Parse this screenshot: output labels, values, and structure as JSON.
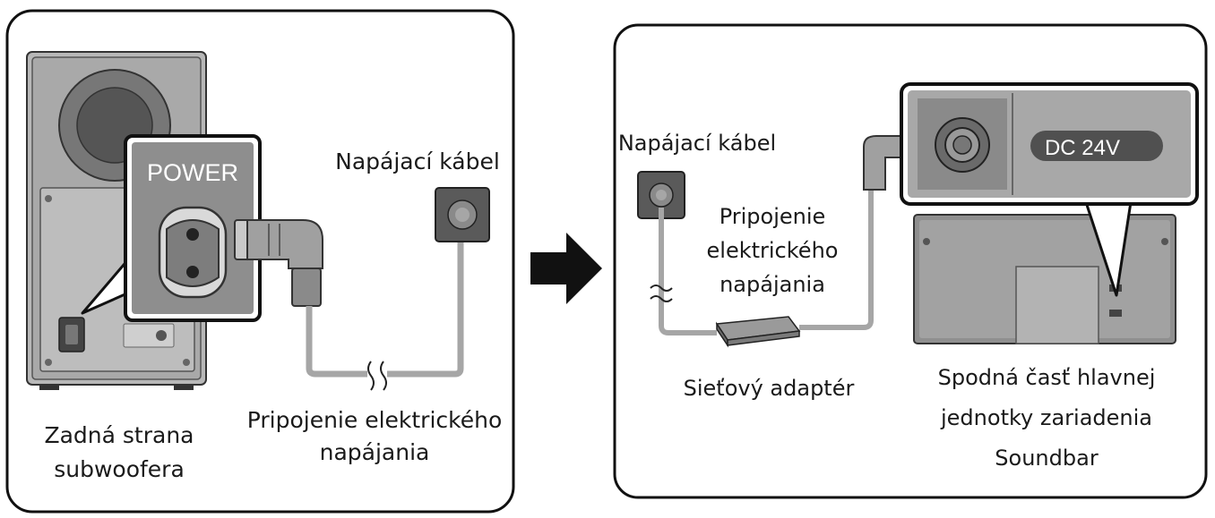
{
  "left_panel": {
    "power_label": "POWER",
    "cable_label": "Napájací kábel",
    "connection_label_line1": "Pripojenie elektrického",
    "connection_label_line2": "napájania",
    "subwoofer_label_line1": "Zadná strana",
    "subwoofer_label_line2": "subwoofera"
  },
  "right_panel": {
    "cable_label": "Napájací kábel",
    "connection_label_line1": "Pripojenie",
    "connection_label_line2": "elektrického",
    "connection_label_line3": "napájania",
    "adapter_label": "Sieťový adaptér",
    "dc_label": "DC 24V",
    "soundbar_label_line1": "Spodná časť hlavnej",
    "soundbar_label_line2": "jednotky zariadenia",
    "soundbar_label_line3": "Soundbar"
  },
  "colors": {
    "dark_gray": "#5a5a5a",
    "mid_gray": "#8c8c8c",
    "light_gray": "#b5b5b5",
    "cable_gray": "#a6a6a6",
    "outline": "#111111"
  }
}
